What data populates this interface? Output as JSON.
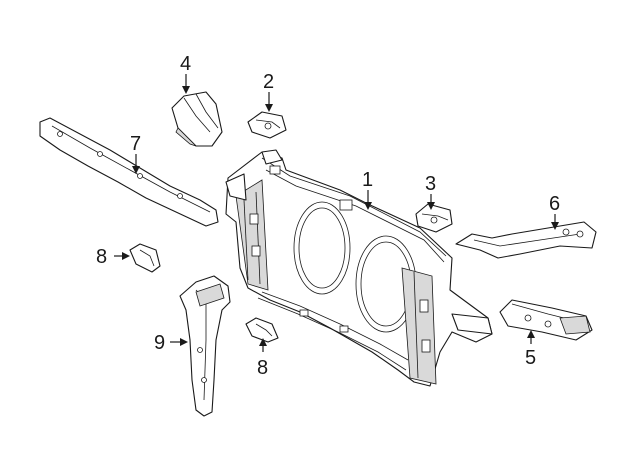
{
  "diagram": {
    "callouts": [
      {
        "id": "c1",
        "label": "1"
      },
      {
        "id": "c2",
        "label": "2"
      },
      {
        "id": "c3",
        "label": "3"
      },
      {
        "id": "c4",
        "label": "4"
      },
      {
        "id": "c5",
        "label": "5"
      },
      {
        "id": "c6",
        "label": "6"
      },
      {
        "id": "c7",
        "label": "7"
      },
      {
        "id": "c8a",
        "label": "8"
      },
      {
        "id": "c8b",
        "label": "8"
      },
      {
        "id": "c9",
        "label": "9"
      }
    ]
  },
  "colors": {
    "line": "#1a1a1a",
    "background": "#ffffff",
    "shade": "#d9d9d9"
  }
}
